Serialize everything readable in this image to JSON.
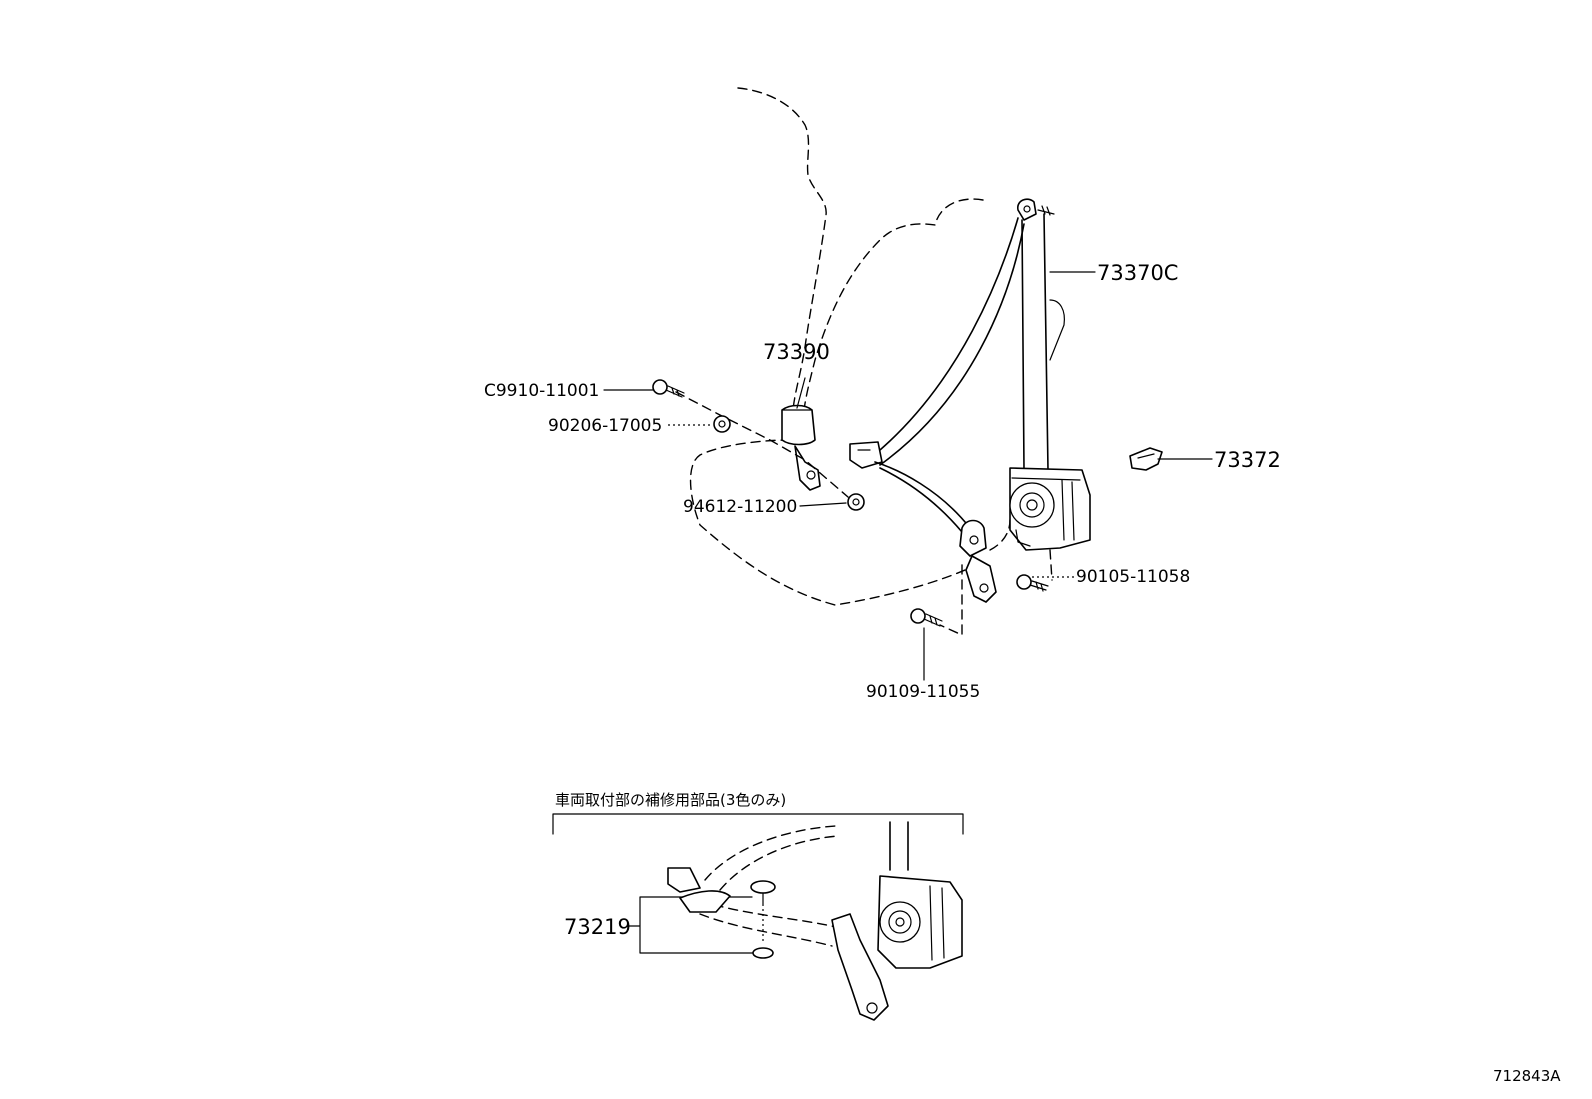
{
  "labels": {
    "c9910_11001": "C9910-11001",
    "p90206_17005": "90206-17005",
    "p94612_11200": "94612-11200",
    "p73390": "73390",
    "p73370c": "73370C",
    "p73372": "73372",
    "p90105_11058": "90105-11058",
    "p90109_11055": "90109-11055",
    "p73219": "73219"
  },
  "inset_caption": "車両取付部の補修用部品(3色のみ)",
  "figure_number": "712843A"
}
